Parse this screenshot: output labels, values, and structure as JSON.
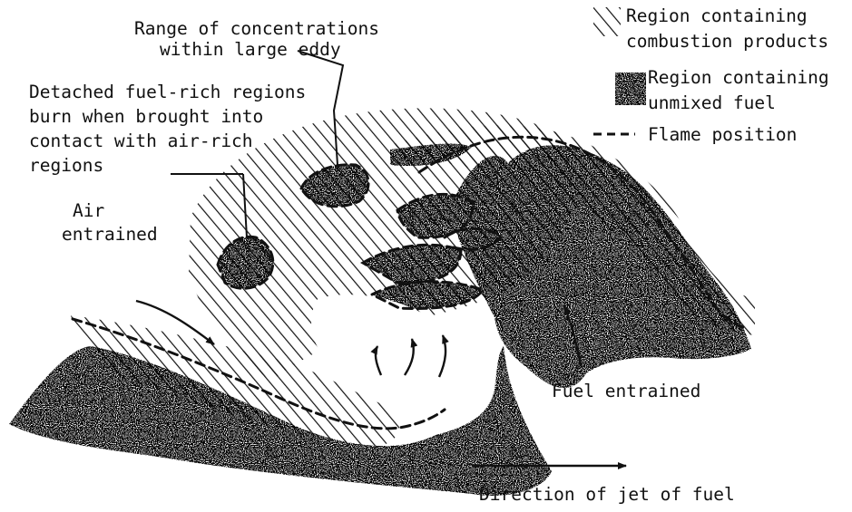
{
  "labels": {
    "eddy_line1": "Range of concentrations",
    "eddy_line2": "within large eddy",
    "detached_line1": "Detached fuel-rich regions",
    "detached_line2": "burn when brought into",
    "detached_line3": "contact with air-rich",
    "detached_line4": "regions",
    "air_line1": "Air",
    "air_line2": "entrained",
    "fuel_entrained": "Fuel entrained",
    "jet_direction": "Direction of jet of fuel"
  },
  "legend": {
    "combustion_line1": "Region containing",
    "combustion_line2": "combustion products",
    "unmixed_line1": "Region containing",
    "unmixed_line2": "unmixed fuel",
    "flame": "Flame position"
  }
}
